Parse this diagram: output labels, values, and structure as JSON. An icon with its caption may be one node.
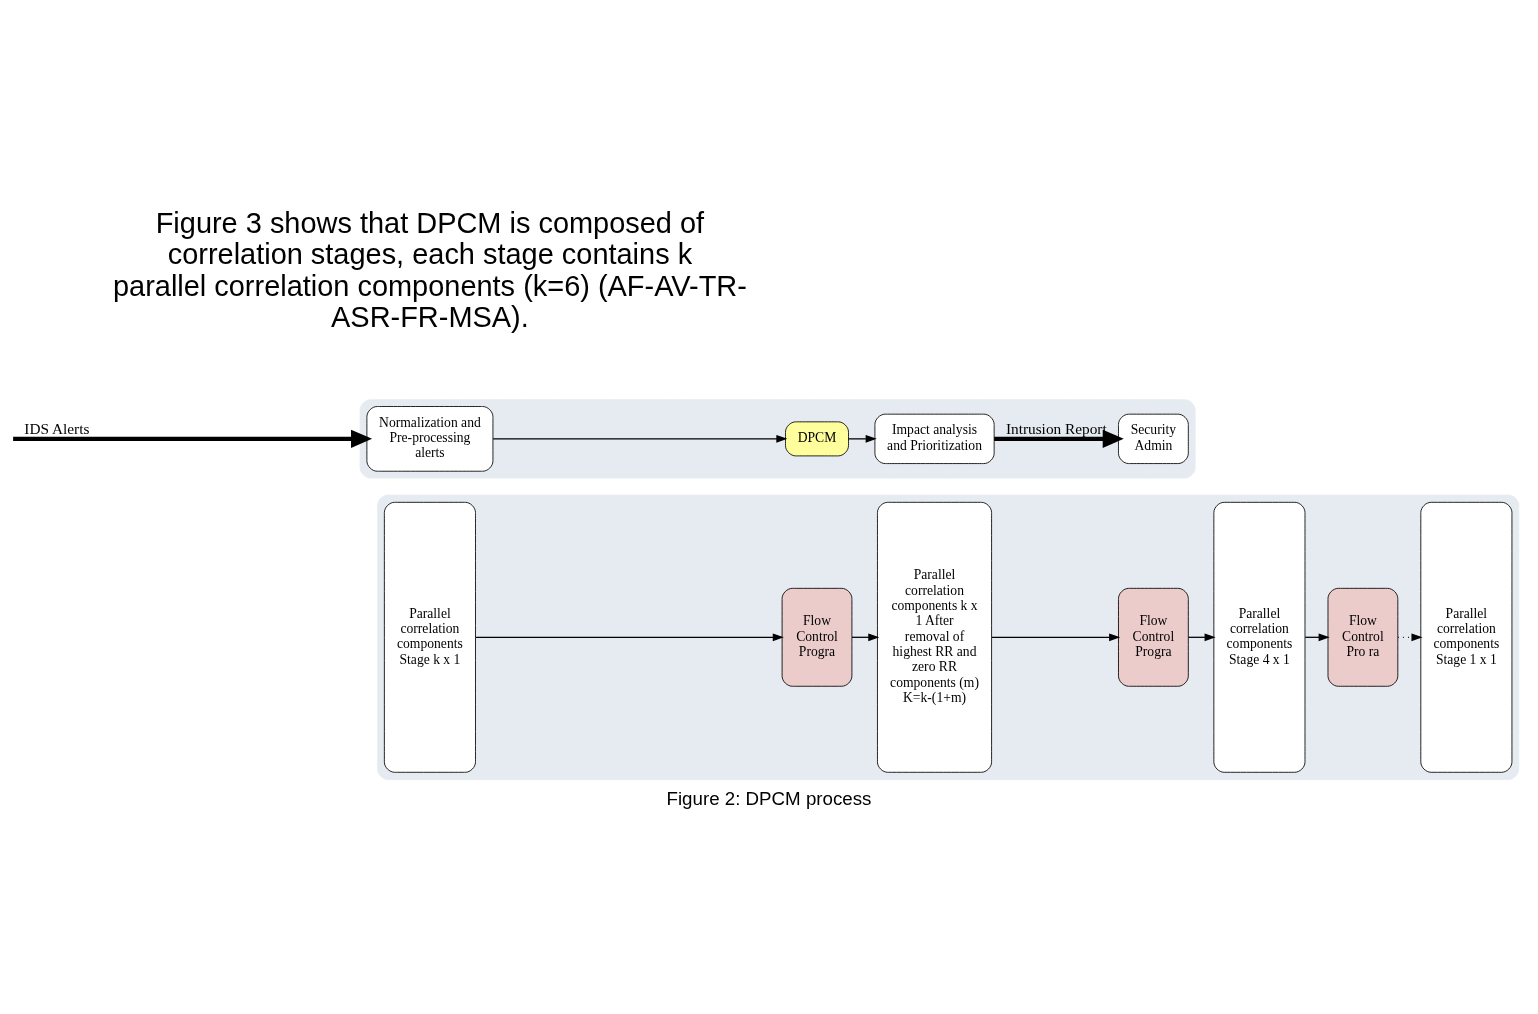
{
  "diagram": {
    "caption": "Figure 2: DPCM process",
    "nodes": [
      {
        "text": [],
        "shape": "box"
      },
      {
        "text": [
          "Normalization and Pre-processing alerts"
        ],
        "in": 0
      },
      {
        "text": [
          "DPCM"
        ],
        "in": 0
      },
      {
        "text": [
          "Impact analysis and Prioritization"
        ],
        "in": 0
      },
      {
        "text": [
          "Security Admin"
        ],
        "in": 0
      },
      {
        "text": [],
        "shape": "box"
      },
      {
        "text": [
          "Parallel correlation components Stage k x 1"
        ],
        "in": 5
      },
      {
        "text": [
          "Flow Control Progra"
        ],
        "in": 5
      },
      {
        "text": [
          "Parallel correlation components k x 1 After removal of highest RR and zero RR components (m) K=k-(1+m)"
        ],
        "in": 5
      },
      {
        "text": [
          "Flow Control Progra"
        ],
        "in": 5
      },
      {
        "text": [
          "Parallel correlation components Stage 4 x 1"
        ],
        "in": 5
      },
      {
        "text": [
          "Flow Control Pro ra"
        ],
        "in": 5
      },
      {
        "text": [
          "Parallel correlation components Stage 1 x 1"
        ],
        "in": 5
      }
    ],
    "edges": [
      {
        "from": null,
        "to": 1,
        "arrow": "to",
        "label": "IDS Alerts",
        "style": "thick"
      },
      {
        "from": 1,
        "to": 2,
        "arrow": "to"
      },
      {
        "from": 2,
        "to": 3,
        "arrow": "to"
      },
      {
        "from": 3,
        "to": 4,
        "arrow": "to",
        "label": "Intrusion Report",
        "style": "thick"
      },
      {
        "from": 6,
        "to": 7,
        "arrow": "to"
      },
      {
        "from": 7,
        "to": 8,
        "arrow": "to"
      },
      {
        "from": 8,
        "to": 9,
        "arrow": "to"
      },
      {
        "from": 9,
        "to": 10,
        "arrow": "to"
      },
      {
        "from": 10,
        "to": 11,
        "arrow": "to"
      },
      {
        "from": 11,
        "to": 12,
        "arrow": "to",
        "style": "dashed"
      }
    ],
    "labels": [
      "Figure 3 shows that DPCM is composed of correlation stages, each stage contains k parallel correlation components (k=6) (AF-AV-TR-ASR-FR-MSA)."
    ]
  }
}
